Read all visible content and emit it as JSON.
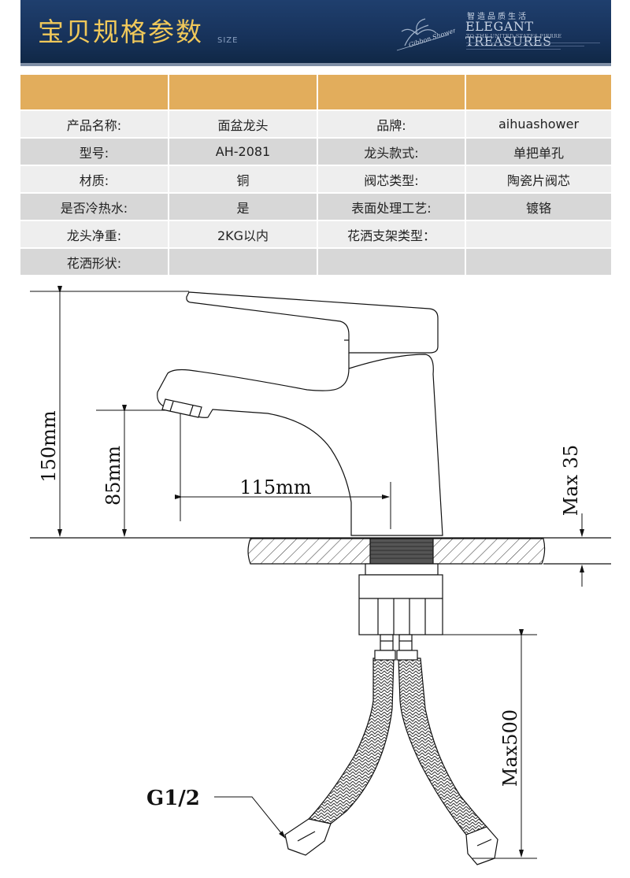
{
  "banner": {
    "title": "宝贝规格参数",
    "size_label": "SIZE",
    "slogan_cn": "智造品质生活",
    "slogan_en": "ELEGANT TREASURES",
    "slogan_sub": "TO THE UNITED STATES PIERRE",
    "logo_text": "Gibbon Shower",
    "colors": {
      "background": "#17325a",
      "title": "#f0c85a"
    }
  },
  "spec_table": {
    "header_color": "#e2ad5c",
    "rows": [
      [
        "产品名称:",
        "面盆龙头",
        "品牌:",
        "aihuashower"
      ],
      [
        "型号:",
        "AH-2081",
        "龙头款式:",
        "单把单孔"
      ],
      [
        "材质:",
        "铜",
        "阀芯类型:",
        "陶瓷片阀芯"
      ],
      [
        "是否冷热水:",
        "是",
        "表面处理工艺:",
        "镀铬"
      ],
      [
        "龙头净重:",
        "2KG以内",
        "花洒支架类型：",
        ""
      ],
      [
        "花洒形状:",
        "",
        "",
        ""
      ]
    ]
  },
  "drawing": {
    "dim_height_total": "150mm",
    "dim_spout_height": "85mm",
    "dim_reach": "115mm",
    "dim_deck_thickness": "Max 35",
    "dim_hose_length": "Max500",
    "thread_label": "G1/2"
  }
}
